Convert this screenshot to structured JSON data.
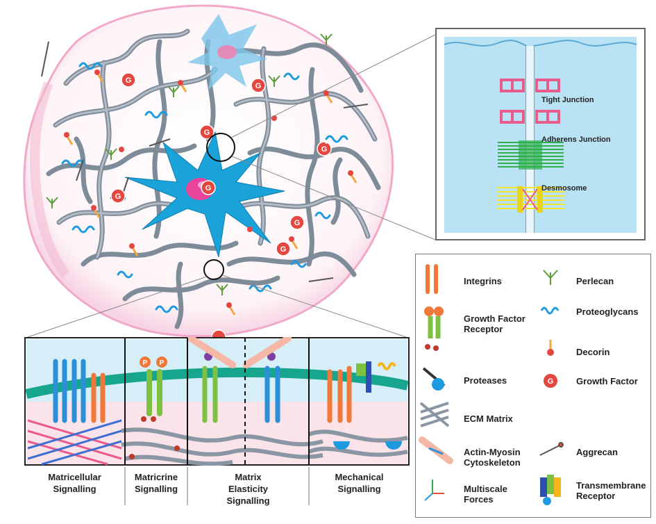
{
  "junction_inset": {
    "tight_junction": "Tight Junction",
    "adherens_junction": "Adherens Junction",
    "desmosome": "Desmosome"
  },
  "cell_sphere": {
    "growth_factor_symbol": "G"
  },
  "signalling_panels": [
    {
      "line1": "Matricellular",
      "line2": "Signalling",
      "line3": ""
    },
    {
      "line1": "Matricrine",
      "line2": "Signalling",
      "line3": ""
    },
    {
      "line1": "Matrix",
      "line2": "Elasticity",
      "line3": "Signalling"
    },
    {
      "line1": "Mechanical",
      "line2": "Signalling",
      "line3": ""
    }
  ],
  "receptor_phospho_symbol": "P",
  "legend": {
    "integrins": "Integrins",
    "growth_factor_receptor_1": "Growth Factor",
    "growth_factor_receptor_2": "Receptor",
    "proteases": "Proteases",
    "ecm_matrix": "ECM Matrix",
    "actin_myosin_1": "Actin-Myosin",
    "actin_myosin_2": "Cytoskeleton",
    "multiscale_1": "Multiscale",
    "multiscale_2": "Forces",
    "perlecan": "Perlecan",
    "proteoglycans": "Proteoglycans",
    "decorin": "Decorin",
    "growth_factor": "Growth Factor",
    "aggrecan": "Aggrecan",
    "transmembrane_1": "Transmembrane",
    "transmembrane_2": "Receptor"
  },
  "colors": {
    "sphere_outline": "#f2a8c8",
    "fiber": "#7e8b99",
    "cell": "#1aa3d9",
    "nucleus": "#e8449b",
    "growth_factor": "#e4473f",
    "integrin_orange": "#f07838",
    "integrin_blue": "#2c8fd8",
    "gf_receptor": "#7cc142",
    "membrane": "#17a58e",
    "inset_bg": "#b9e2f5"
  }
}
